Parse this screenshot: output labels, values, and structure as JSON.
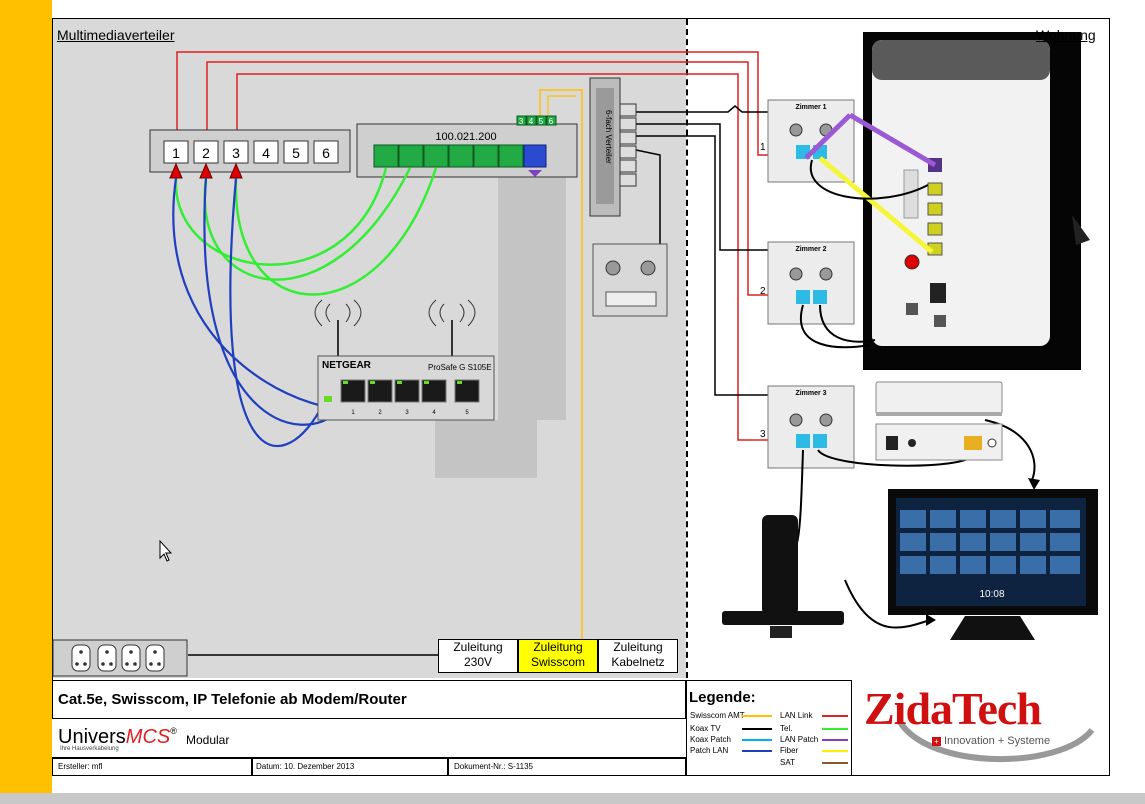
{
  "header": {
    "left_title": "Multimediaverteiler",
    "right_title": "Wohnung"
  },
  "patch_panel": {
    "ports": [
      "1",
      "2",
      "3",
      "4",
      "5",
      "6"
    ]
  },
  "switch": {
    "label": "100.021.200",
    "port_labels": [
      "3",
      "4",
      "5",
      "6"
    ]
  },
  "netgear": {
    "brand": "NETGEAR",
    "model": "ProSafe G S105E",
    "ports": [
      "1",
      "2",
      "3",
      "4",
      "5"
    ]
  },
  "splitter": {
    "label": "6-fach Verteiler"
  },
  "rooms": [
    {
      "name": "Zimmer 1",
      "number": "1"
    },
    {
      "name": "Zimmer 2",
      "number": "2"
    },
    {
      "name": "Zimmer 3",
      "number": "3"
    }
  ],
  "feeds": [
    {
      "line1": "Zuleitung",
      "line2": "230V"
    },
    {
      "line1": "Zuleitung",
      "line2": "Swisscom"
    },
    {
      "line1": "Zuleitung",
      "line2": "Kabelnetz"
    }
  ],
  "tv": {
    "time": "10:08"
  },
  "title_block": {
    "title": "Cat.5e, Swisscom, IP Telefonie ab Modem/Router",
    "brand_a": "Univers",
    "brand_b": "MCS",
    "brand_reg": "®",
    "brand_sub": "Ihre Hausverkabelung",
    "brand_suffix": "Modular",
    "creator": "Ersteller:  mfl",
    "date": "Datum:  10. Dezember 2013",
    "doc": "Dokument-Nr.:  S-1135"
  },
  "legend": {
    "title": "Legende:",
    "left": [
      {
        "label": "Swisscom AMT",
        "color": "#ffc000"
      },
      {
        "label": "Koax TV",
        "color": "#000000"
      },
      {
        "label": "Koax Patch",
        "color": "#00b0f0"
      },
      {
        "label": "Patch LAN",
        "color": "#1f3fbf"
      }
    ],
    "right": [
      {
        "label": "LAN Link",
        "color": "#e02020"
      },
      {
        "label": "Tel.",
        "color": "#33ee33"
      },
      {
        "label": "LAN Patch",
        "color": "#8040c0"
      },
      {
        "label": "Fiber",
        "color": "#ffee00"
      },
      {
        "label": "SAT",
        "color": "#8b5a2b"
      }
    ]
  },
  "logo": {
    "name": "ZidaTech",
    "tagline": "Innovation + Systeme"
  }
}
